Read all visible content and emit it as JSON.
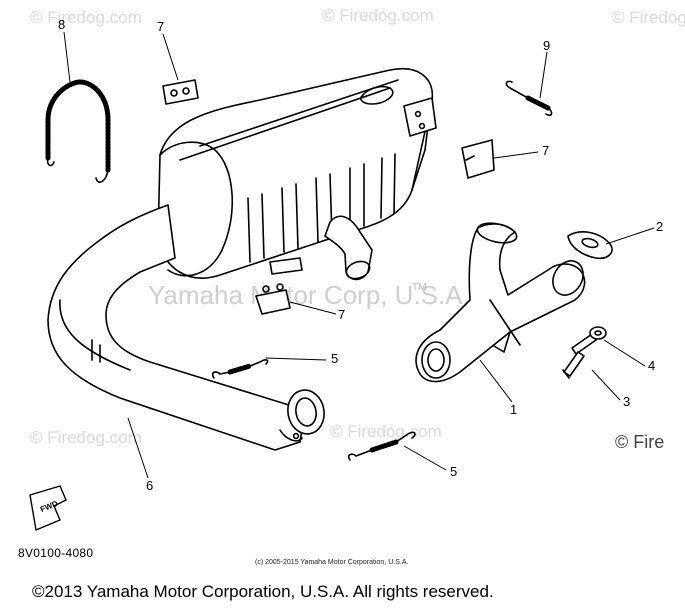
{
  "watermarks": {
    "site": "© Firedog.com",
    "site_cut": "© Fire",
    "site_cut2": "© Firedog",
    "corp": "Yamaha Motor Corp, U.S.A.",
    "tm": "TM"
  },
  "callouts": {
    "c1": "1",
    "c2": "2",
    "c3": "3",
    "c4": "4",
    "c5a": "5",
    "c5b": "5",
    "c6": "6",
    "c7a": "7",
    "c7b": "7",
    "c7c": "7",
    "c8": "8",
    "c9": "9"
  },
  "fwd_label": "FWD",
  "diagram_code": "8V0100-4080",
  "small_copyright": "(c) 2005-2015 Yamaha Motor Corporation, U.S.A.",
  "footer": "©2013 Yamaha Motor Corporation, U.S.A. All rights reserved."
}
